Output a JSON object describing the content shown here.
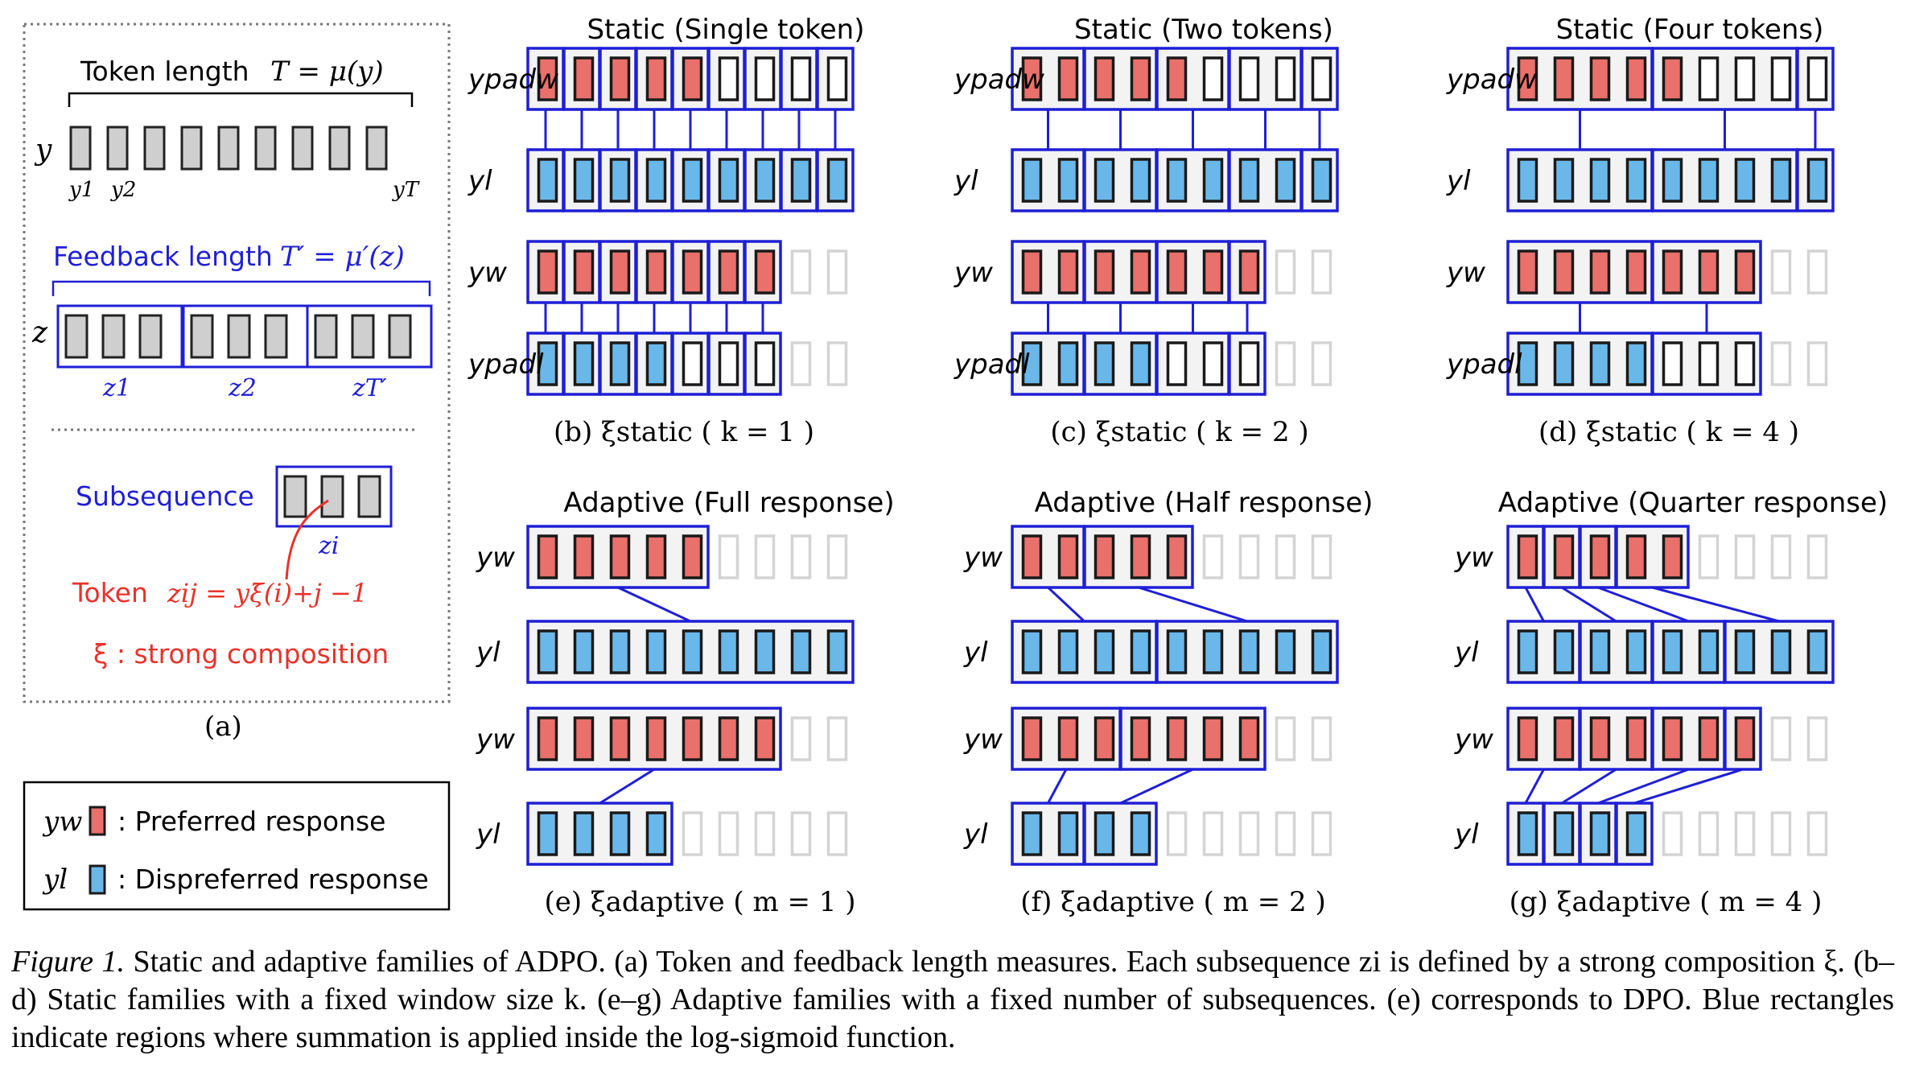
{
  "colors": {
    "preferred": "#e9706b",
    "dispreferred": "#6ab8ea",
    "token": "#cfcfcf",
    "frame": "#1f1fd6",
    "pad": "#d4d4d4",
    "accent_red": "#e8322b",
    "accent_blue": "#1f1fd6"
  },
  "panel_a": {
    "token_length_label": "Token length",
    "token_length_formula": "T = μ(y)",
    "y_label": "y",
    "y_subscripts": [
      "y1",
      "y2",
      "yT"
    ],
    "feedback_length_label": "Feedback length",
    "feedback_length_formula": "T′ = μ′(z)",
    "z_label": "z",
    "z_subscripts": [
      "z1",
      "z2",
      "zT′"
    ],
    "subsequence_label": "Subsequence",
    "subsequence_var": "zi",
    "token_label": "Token",
    "token_formula": "zij = yξ̄(i)+j −1",
    "xi_note": "ξ : strong composition",
    "caption": "(a)"
  },
  "legend": {
    "preferred_var": "yw",
    "preferred_label": ": Preferred response",
    "dispreferred_var": "yl",
    "dispreferred_label": ": Dispreferred response"
  },
  "panels": [
    {
      "id": "b",
      "title": "Static (Single token)",
      "caption": "(b)  ξstatic  ( k = 1 )"
    },
    {
      "id": "c",
      "title": "Static (Two tokens)",
      "caption": "(c)   ξstatic  ( k = 2 )"
    },
    {
      "id": "d",
      "title": "Static (Four tokens)",
      "caption": "(d)  ξstatic  ( k = 4 )"
    },
    {
      "id": "e",
      "title": "Adaptive (Full response)",
      "caption": "(e)   ξadaptive  ( m = 1 )"
    },
    {
      "id": "f",
      "title": "Adaptive (Half response)",
      "caption": "(f)   ξadaptive   ( m = 2 )"
    },
    {
      "id": "g",
      "title": "Adaptive (Quarter response)",
      "caption": "(g)  ξadaptive   ( m = 4 )"
    }
  ],
  "row_labels": {
    "ypad_w": "ypadw",
    "yl": "yl",
    "yw": "yw",
    "ypad_l": "ypadl"
  },
  "caption": {
    "label": "Figure 1.",
    "text": "Static and adaptive families of ADPO. (a) Token and feedback length measures. Each subsequence zi is defined by a strong composition ξ. (b–d) Static families with a fixed window size k. (e–g) Adaptive families with a fixed number of subsequences. (e) corresponds to DPO. Blue rectangles indicate regions where summation is applied inside the log-sigmoid function."
  }
}
